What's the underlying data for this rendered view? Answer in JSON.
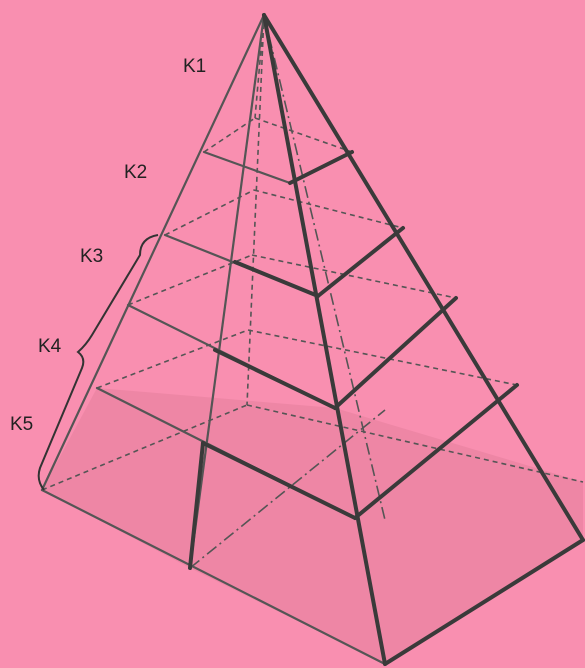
{
  "levels": [
    {
      "label": "K1"
    },
    {
      "label": "K2"
    },
    {
      "label": "K3"
    },
    {
      "label": "K4"
    },
    {
      "label": "K5"
    }
  ],
  "colors": {
    "background": "#f98fb0",
    "edge": "#3a3a3a",
    "base_shade": "#e7839f"
  }
}
